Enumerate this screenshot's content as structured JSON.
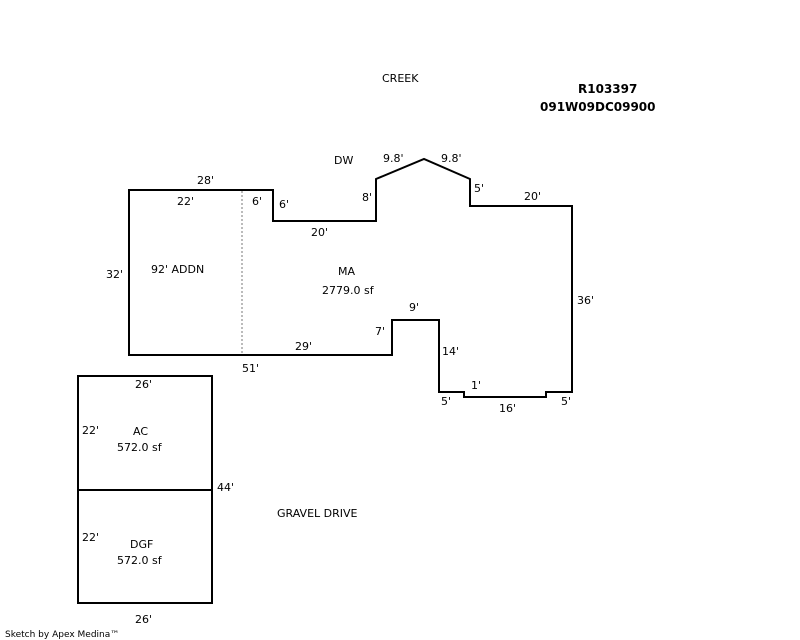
{
  "header": {
    "parcel_id": "R103397",
    "map_number": "091W09DC09900"
  },
  "site_labels": {
    "creek": "CREEK",
    "dw": "DW",
    "gravel_drive": "GRAVEL DRIVE"
  },
  "areas": {
    "ma": {
      "name": "MA",
      "area": "2779.0 sf"
    },
    "addn": {
      "name": "92' ADDN"
    },
    "ac": {
      "name": "AC",
      "area": "572.0 sf"
    },
    "dgf": {
      "name": "DGF",
      "area": "572.0 sf"
    }
  },
  "dimensions": {
    "top_28": "28'",
    "top_22": "22'",
    "top_6a": "6'",
    "top_6b": "6'",
    "mid_20": "20'",
    "left_8": "8'",
    "roof_left": "9.8'",
    "roof_right": "9.8'",
    "right_5": "5'",
    "right_20": "20'",
    "right_36": "36'",
    "left_32": "32'",
    "bottom_29": "29'",
    "bottom_51": "51'",
    "bump_7": "7'",
    "bump_9": "9'",
    "bump_14": "14'",
    "bot_5a": "5'",
    "bot_1": "1'",
    "bot_16": "16'",
    "bot_5b": "5'",
    "ac_26": "26'",
    "ac_22": "22'",
    "garage_44": "44'",
    "dgf_22": "22'",
    "dgf_26": "26'"
  },
  "footer": {
    "credit": "Sketch by Apex Medina™"
  }
}
